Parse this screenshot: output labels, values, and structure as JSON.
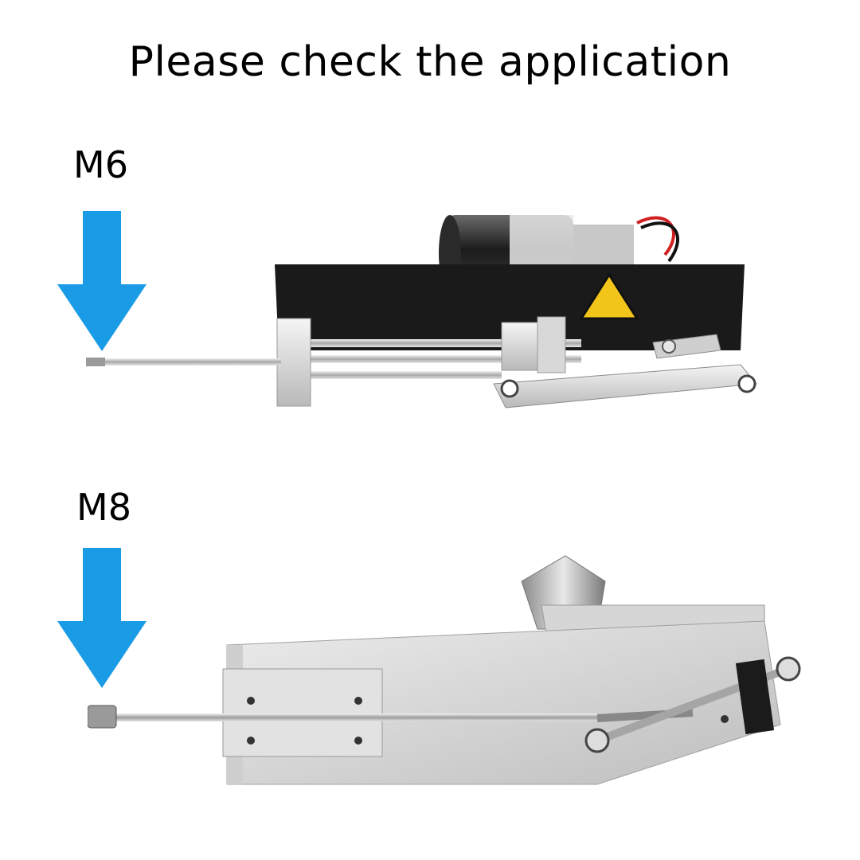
{
  "title": "Please check the application",
  "variants": [
    {
      "label": "M6",
      "icon": "down-arrow-icon"
    },
    {
      "label": "M8",
      "icon": "down-arrow-icon"
    }
  ],
  "colors": {
    "arrow": "#1a9be6",
    "background": "#ffffff",
    "text": "#000000"
  }
}
